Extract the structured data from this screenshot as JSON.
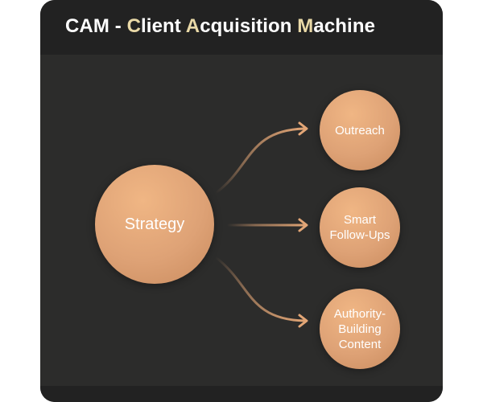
{
  "title": {
    "parts": [
      {
        "text": "CAM - ",
        "highlight": false
      },
      {
        "text": "C",
        "highlight": true
      },
      {
        "text": "lient ",
        "highlight": false
      },
      {
        "text": "A",
        "highlight": true
      },
      {
        "text": "cquisition ",
        "highlight": false
      },
      {
        "text": "M",
        "highlight": true
      },
      {
        "text": "achine",
        "highlight": false
      }
    ]
  },
  "diagram": {
    "center": {
      "label": "Strategy"
    },
    "branches": [
      {
        "label": "Outreach"
      },
      {
        "label": "Smart\nFollow-Ups"
      },
      {
        "label": "Authority-\nBuilding\nContent"
      }
    ]
  },
  "colors": {
    "card_background": "#2c2c2b",
    "header_background": "#222222",
    "title_text": "#ffffff",
    "title_highlight": "#e9d9a7",
    "node_fill": "#dea276",
    "arrow": "#e3a676"
  }
}
